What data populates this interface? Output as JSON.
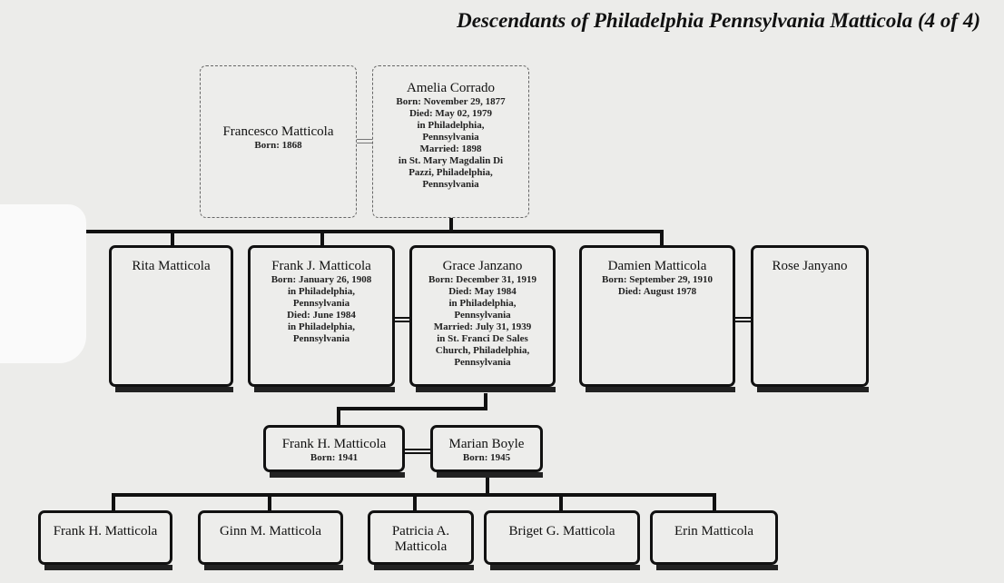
{
  "title": "Descendants of Philadelphia Pennsylvania Matticola (4 of 4)",
  "generation1": [
    {
      "name": "Francesco Matticola",
      "details": [
        "Born: 1868"
      ]
    },
    {
      "name": "Amelia Corrado",
      "details": [
        "Born: November 29, 1877",
        "Died: May 02, 1979",
        "in Philadelphia,",
        "Pennsylvania",
        "Married: 1898",
        "in St. Mary Magdalin Di",
        "Pazzi, Philadelphia,",
        "Pennsylvania"
      ]
    }
  ],
  "generation2": [
    {
      "name": "Rita Matticola",
      "details": []
    },
    {
      "name": "Frank J. Matticola",
      "details": [
        "Born: January 26, 1908",
        "in Philadelphia,",
        "Pennsylvania",
        "Died: June 1984",
        "in Philadelphia,",
        "Pennsylvania"
      ]
    },
    {
      "name": "Grace Janzano",
      "details": [
        "Born: December 31, 1919",
        "Died: May 1984",
        "in Philadelphia,",
        "Pennsylvania",
        "Married: July 31, 1939",
        "in St. Franci De Sales",
        "Church, Philadelphia,",
        "Pennsylvania"
      ]
    },
    {
      "name": "Damien Matticola",
      "details": [
        "Born: September 29, 1910",
        "Died: August 1978"
      ]
    },
    {
      "name": "Rose Janyano",
      "details": []
    }
  ],
  "generation3": [
    {
      "name": "Frank H. Matticola",
      "details": [
        "Born: 1941"
      ]
    },
    {
      "name": "Marian Boyle",
      "details": [
        "Born: 1945"
      ]
    }
  ],
  "generation4": [
    {
      "name": "Frank H. Matticola"
    },
    {
      "name": "Ginn M. Matticola"
    },
    {
      "name": "Patricia A. Matticola"
    },
    {
      "name": "Briget G. Matticola"
    },
    {
      "name": "Erin Matticola"
    }
  ]
}
